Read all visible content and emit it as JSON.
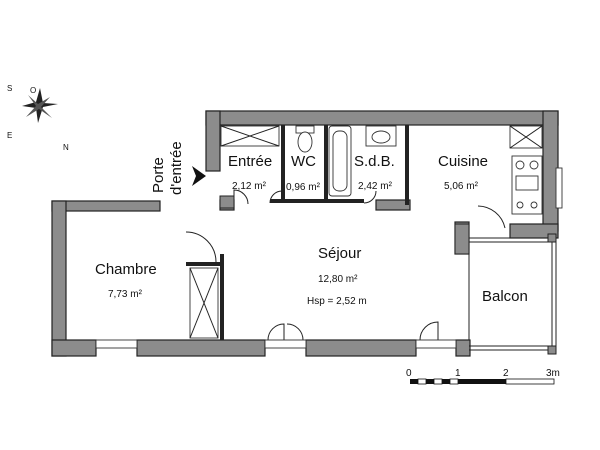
{
  "rooms": {
    "entree": {
      "name": "Entrée",
      "area": "2,12 m²"
    },
    "wc": {
      "name": "WC",
      "area": "0,96 m²"
    },
    "sdb": {
      "name": "S.d.B.",
      "area": "2,42 m²"
    },
    "cuisine": {
      "name": "Cuisine",
      "area": "5,06 m²"
    },
    "sejour": {
      "name": "Séjour",
      "area": "12,80 m²",
      "height": "Hsp = 2,52 m"
    },
    "chambre": {
      "name": "Chambre",
      "area": "7,73 m²"
    },
    "balcon": {
      "name": "Balcon"
    }
  },
  "entrance": {
    "line1": "Porte",
    "line2": "d'entrée"
  },
  "compass": {
    "west": "O",
    "east": "E",
    "north": "N",
    "south": "S"
  },
  "scale": {
    "ticks": [
      "0",
      "1",
      "2",
      "3m"
    ]
  },
  "colors": {
    "wall": "#8c8c8c",
    "outline": "#222222",
    "background": "#ffffff"
  }
}
